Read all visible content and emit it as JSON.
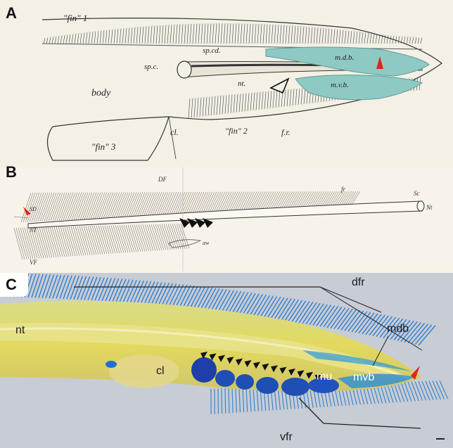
{
  "panels": {
    "a": {
      "label": "A",
      "labels": {
        "fin1": "\"fin\" 1",
        "spcd": "sp.cd.",
        "spc": "sp.c.",
        "mdb": "m.d.b.",
        "nt": "nt.",
        "mvb": "m.v.b.",
        "body": "body",
        "cl": "cl.",
        "fin2": "\"fin\" 2",
        "fr": "f.r.",
        "fin3": "\"fin\" 3"
      }
    },
    "b": {
      "label": "B",
      "labels": {
        "df": "DF",
        "vf": "VF",
        "fr": "fr",
        "sc": "Sc",
        "nt": "Nt",
        "sd": "SD",
        "nt2": "NT",
        "aw": "aw"
      }
    },
    "c": {
      "label": "C",
      "labels": {
        "dfr": "dfr",
        "nt": "nt",
        "mdb": "mdb",
        "cl": "cl",
        "mu": "mu",
        "mvb": "mvb",
        "vfr": "vfr"
      }
    }
  },
  "colors": {
    "teal": "#8fc9c3",
    "cartilage_blue": "#1f4fb5",
    "notochord_yellow": "#e6dc7a",
    "marker_red": "#e3221c"
  }
}
